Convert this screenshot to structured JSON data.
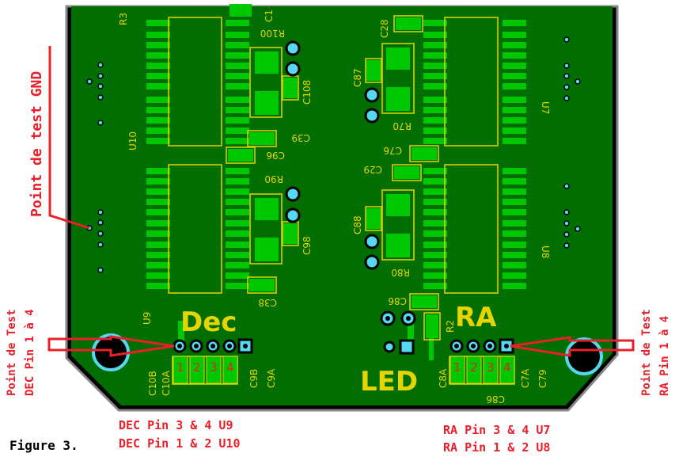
{
  "figure": {
    "caption": "Figure 3."
  },
  "annotations": {
    "gnd_test_point": "Point de test GND",
    "dec_test_point_line1": "Point de Test",
    "dec_test_point_line2": "DEC Pin 1 à 4",
    "ra_test_point_line1": "Point de Test",
    "ra_test_point_line2": "RA Pin 1 à 4",
    "dec_mapping_line1": "DEC Pin 3 & 4 U9",
    "dec_mapping_line2": "DEC Pin 1 & 2 U10",
    "ra_mapping_line1": "RA Pin 3 & 4 U7",
    "ra_mapping_line2": "RA Pin 1 & 2 U8"
  },
  "board": {
    "silkscreen_titles": {
      "dec": "Dec",
      "ra": "RA",
      "led": "LED"
    },
    "pin_numbers": [
      "1",
      "2",
      "3",
      "4"
    ],
    "components": {
      "u10": "U10",
      "u9": "U9",
      "u7": "U7",
      "u8": "U8",
      "r3": "R3",
      "c1": "C1",
      "r100": "R100",
      "c108": "C108",
      "c39": "C39",
      "c96": "C96",
      "r90": "R90",
      "c98": "C98",
      "c38": "C38",
      "c28": "C28",
      "c87": "C87",
      "r70": "R70",
      "c76": "C76",
      "c29": "C29",
      "c88": "C88",
      "r80": "R80",
      "c86": "C86",
      "r2": "R2",
      "c10b": "C10B",
      "c10a": "C10A",
      "c9b": "C9B",
      "c9a": "C9A",
      "c8a": "C8A",
      "c7a": "C7A",
      "c79": "C79"
    }
  },
  "colors": {
    "board": "#006e00",
    "copper": "#00c800",
    "silkscreen": "#e6d400",
    "pad": "#55d8f0",
    "annotation": "#e8202a",
    "outline": "#000000"
  }
}
